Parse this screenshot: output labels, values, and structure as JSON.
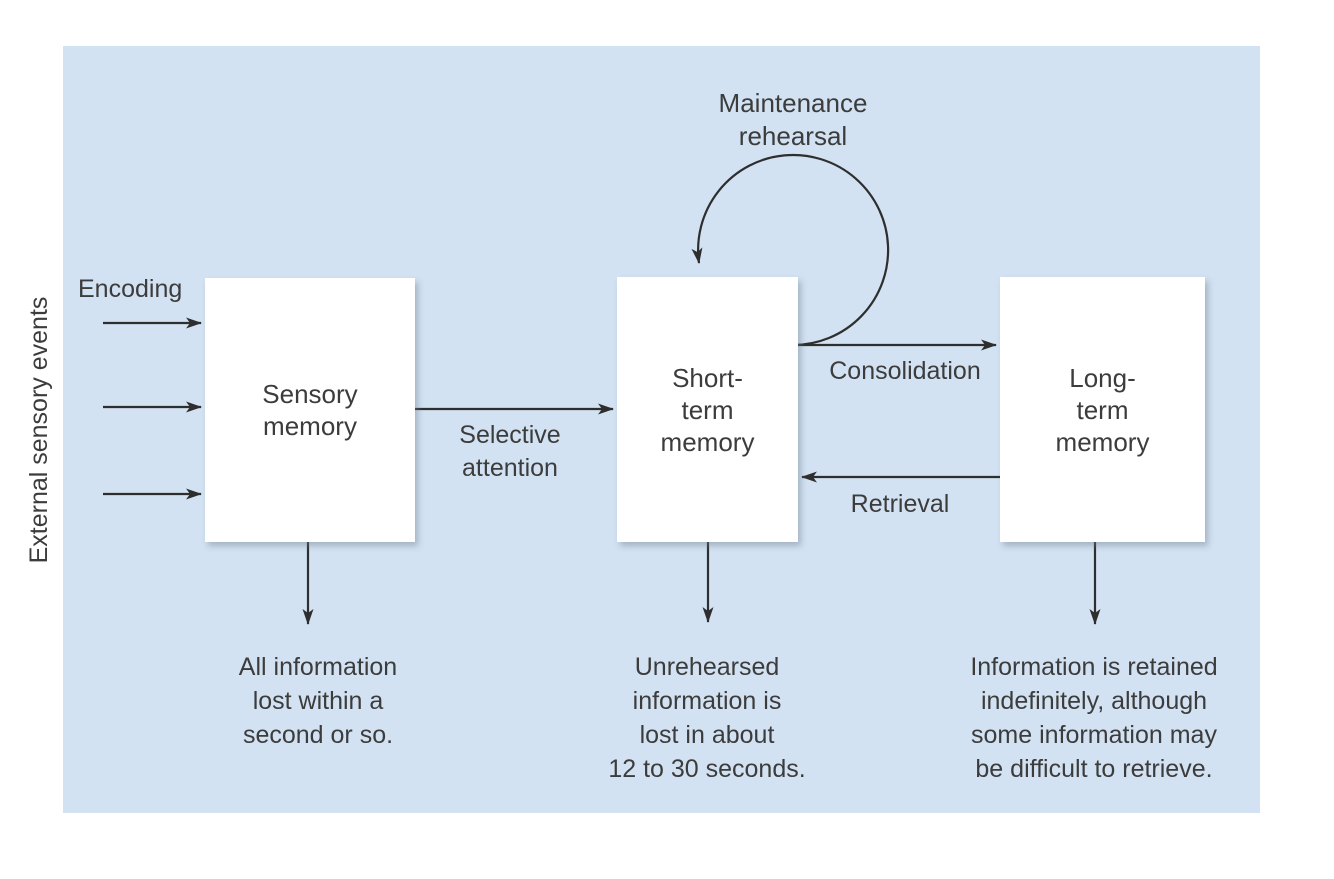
{
  "colors": {
    "panel_bg": "#d2e2f2",
    "box_bg": "#ffffff",
    "text": "#3c3c3c",
    "arrow": "#2e2e2e",
    "page_bg": "#ffffff"
  },
  "diagram": {
    "side_label": "External sensory events",
    "encoding_label": "Encoding",
    "boxes": {
      "sensory": {
        "lines": [
          "Sensory",
          "memory"
        ]
      },
      "short_term": {
        "lines": [
          "Short-",
          "term",
          "memory"
        ]
      },
      "long_term": {
        "lines": [
          "Long-",
          "term",
          "memory"
        ]
      }
    },
    "flows": {
      "maintenance_rehearsal": {
        "lines": [
          "Maintenance",
          "rehearsal"
        ]
      },
      "selective_attention": {
        "lines": [
          "Selective",
          "attention"
        ]
      },
      "consolidation": {
        "label": "Consolidation"
      },
      "retrieval": {
        "label": "Retrieval"
      }
    },
    "captions": {
      "sensory": {
        "lines": [
          "All information",
          "lost within a",
          "second or so."
        ]
      },
      "short_term": {
        "lines": [
          "Unrehearsed",
          "information is",
          "lost in about",
          "12 to 30 seconds."
        ]
      },
      "long_term": {
        "lines": [
          "Information is retained",
          "indefinitely, although",
          "some information may",
          "be difficult to retrieve."
        ]
      }
    }
  }
}
